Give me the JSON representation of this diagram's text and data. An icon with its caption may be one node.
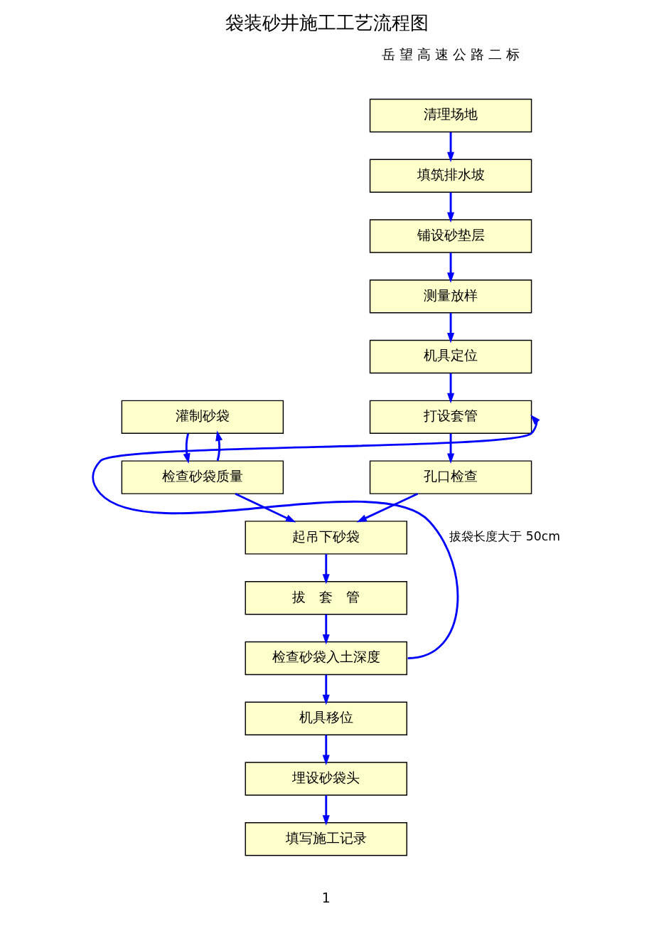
{
  "diagram": {
    "title": "袋装砂井施工工艺流程图",
    "nodes": [
      {
        "text": [
          "清理场地"
        ]
      },
      {
        "text": [
          "填筑排水坡"
        ]
      },
      {
        "text": [
          "铺设砂垫层"
        ]
      },
      {
        "text": [
          "测量放样"
        ]
      },
      {
        "text": [
          "机具定位"
        ]
      },
      {
        "text": [
          "灌制砂袋"
        ]
      },
      {
        "text": [
          "打设套管"
        ]
      },
      {
        "text": [
          "检查砂袋质量"
        ]
      },
      {
        "text": [
          "孔口检查"
        ]
      },
      {
        "text": [
          "起吊下砂袋"
        ]
      },
      {
        "text": [
          "拔　套　管"
        ]
      },
      {
        "text": [
          "检查砂袋入土深度"
        ]
      },
      {
        "text": [
          "机具移位"
        ]
      },
      {
        "text": [
          "埋设砂袋头"
        ]
      },
      {
        "text": [
          "填写施工记录"
        ]
      }
    ],
    "edges": [
      {
        "from": 0,
        "to": 1,
        "arrow": "to"
      },
      {
        "from": 1,
        "to": 2,
        "arrow": "to"
      },
      {
        "from": 2,
        "to": 3,
        "arrow": "to"
      },
      {
        "from": 3,
        "to": 4,
        "arrow": "to"
      },
      {
        "from": 4,
        "to": 6,
        "arrow": "to"
      },
      {
        "from": 6,
        "to": 8,
        "arrow": "to"
      },
      {
        "from": 8,
        "to": 9,
        "arrow": "to"
      },
      {
        "from": 9,
        "to": 10,
        "arrow": "to"
      },
      {
        "from": 10,
        "to": 11,
        "arrow": "to"
      },
      {
        "from": 11,
        "to": 12,
        "arrow": "to"
      },
      {
        "from": 12,
        "to": 13,
        "arrow": "to"
      },
      {
        "from": 13,
        "to": 14,
        "arrow": "to"
      },
      {
        "from": 7,
        "to": 5,
        "arrow": "to"
      },
      {
        "from": 5,
        "to": 7,
        "arrow": "to"
      },
      {
        "from": 7,
        "to": 9,
        "arrow": "to"
      },
      {
        "from": 11,
        "to": 6,
        "arrow": "to",
        "label": "拔袋长度大于 50cm"
      }
    ],
    "labels": [
      "岳 望 高 速 公 路 二 标",
      "1"
    ]
  }
}
